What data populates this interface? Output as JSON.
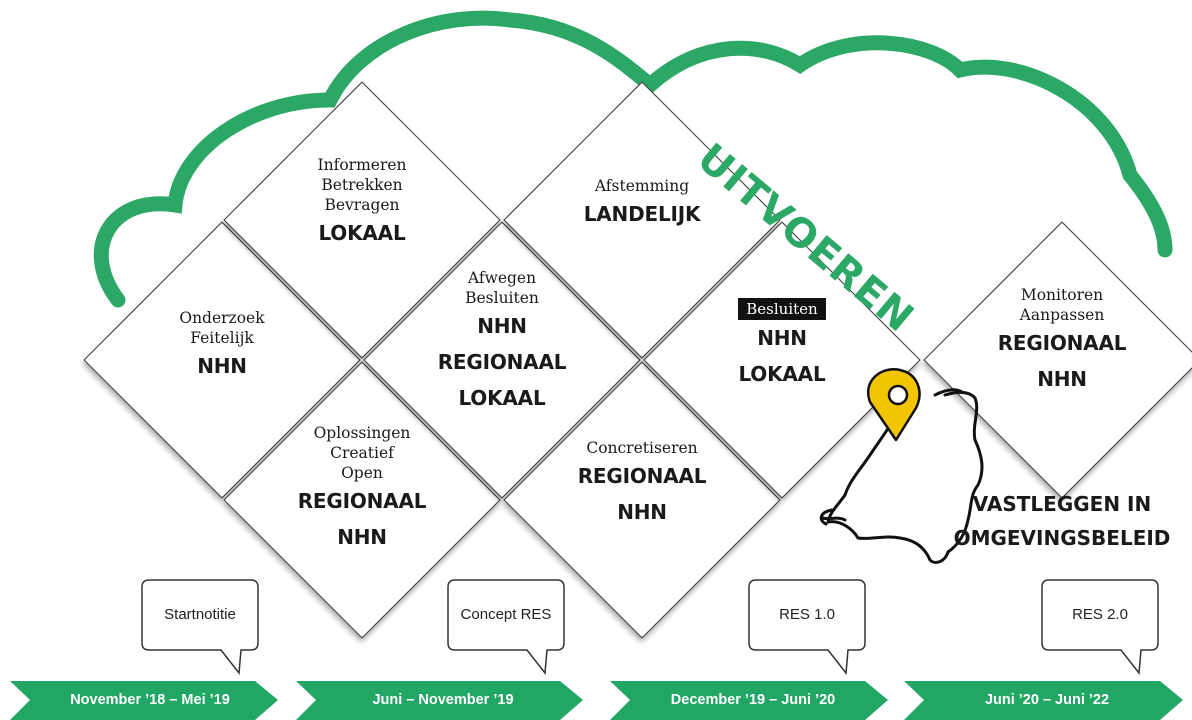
{
  "diagram": {
    "title_banner": "UITVOEREN",
    "side_note": {
      "line1": "VASTLEGGEN IN",
      "line2": "OMGEVINGSBELEID"
    },
    "diamonds": [
      {
        "id": "onderzoek",
        "lines": [
          "Onderzoek",
          "Feitelijk"
        ],
        "caps": [
          "NHN"
        ]
      },
      {
        "id": "informeren",
        "lines": [
          "Informeren",
          "Betrekken",
          "Bevragen"
        ],
        "caps": [
          "LOKAAL"
        ]
      },
      {
        "id": "oplossingen",
        "lines": [
          "Oplossingen",
          "Creatief",
          "Open"
        ],
        "caps": [
          "REGIONAAL",
          "NHN"
        ]
      },
      {
        "id": "afwegen",
        "lines": [
          "Afwegen",
          "Besluiten"
        ],
        "caps": [
          "NHN",
          "REGIONAAL",
          "LOKAAL"
        ]
      },
      {
        "id": "afstemming",
        "lines": [
          "Afstemming"
        ],
        "caps": [
          "LANDELIJK"
        ]
      },
      {
        "id": "concretiseren",
        "lines": [
          "Concretiseren"
        ],
        "caps": [
          "REGIONAAL",
          "NHN"
        ]
      },
      {
        "id": "besluiten",
        "tag": "Besluiten",
        "caps": [
          "NHN",
          "LOKAAL"
        ]
      },
      {
        "id": "monitoren",
        "lines": [
          "Monitoren",
          "Aanpassen"
        ],
        "caps": [
          "REGIONAAL",
          "NHN"
        ]
      }
    ],
    "milestones": [
      "Startnotitie",
      "Concept RES",
      "RES 1.0",
      "RES 2.0"
    ],
    "timeline": [
      "November ’18 – Mei ’19",
      "Juni – November ’19",
      "December ’19 – Juni ’20",
      "Juni ’20 – Juni ’22"
    ],
    "colors": {
      "accent_green": "#2ba866",
      "map_marker_yellow": "#f2c500",
      "arrow_green": "#21a763",
      "outline": "#3a3a3a"
    },
    "icons": [
      "netherlands-map-outline",
      "location-pin-icon"
    ]
  }
}
